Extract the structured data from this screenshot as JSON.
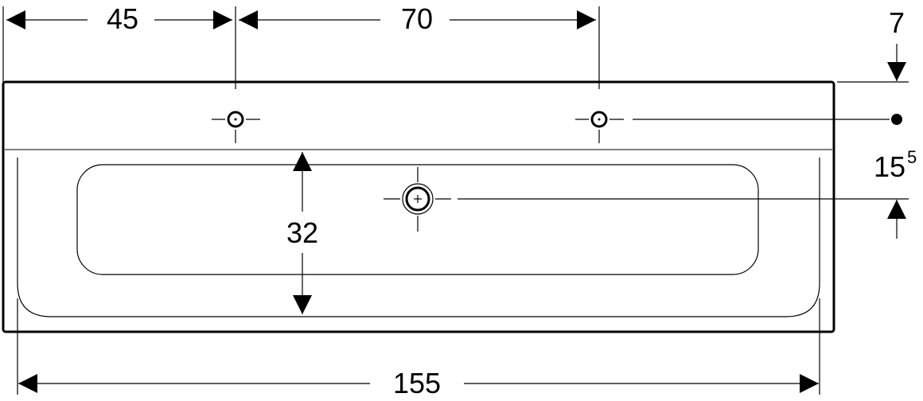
{
  "drawing": {
    "line_color": "#000000",
    "background": "#ffffff",
    "dimensions": {
      "left_offset": "45",
      "tap_spacing": "70",
      "top_offset": "7",
      "drain_offset_main": "15",
      "drain_offset_sup": "5",
      "bowl_depth": "32",
      "total_width": "155"
    }
  }
}
